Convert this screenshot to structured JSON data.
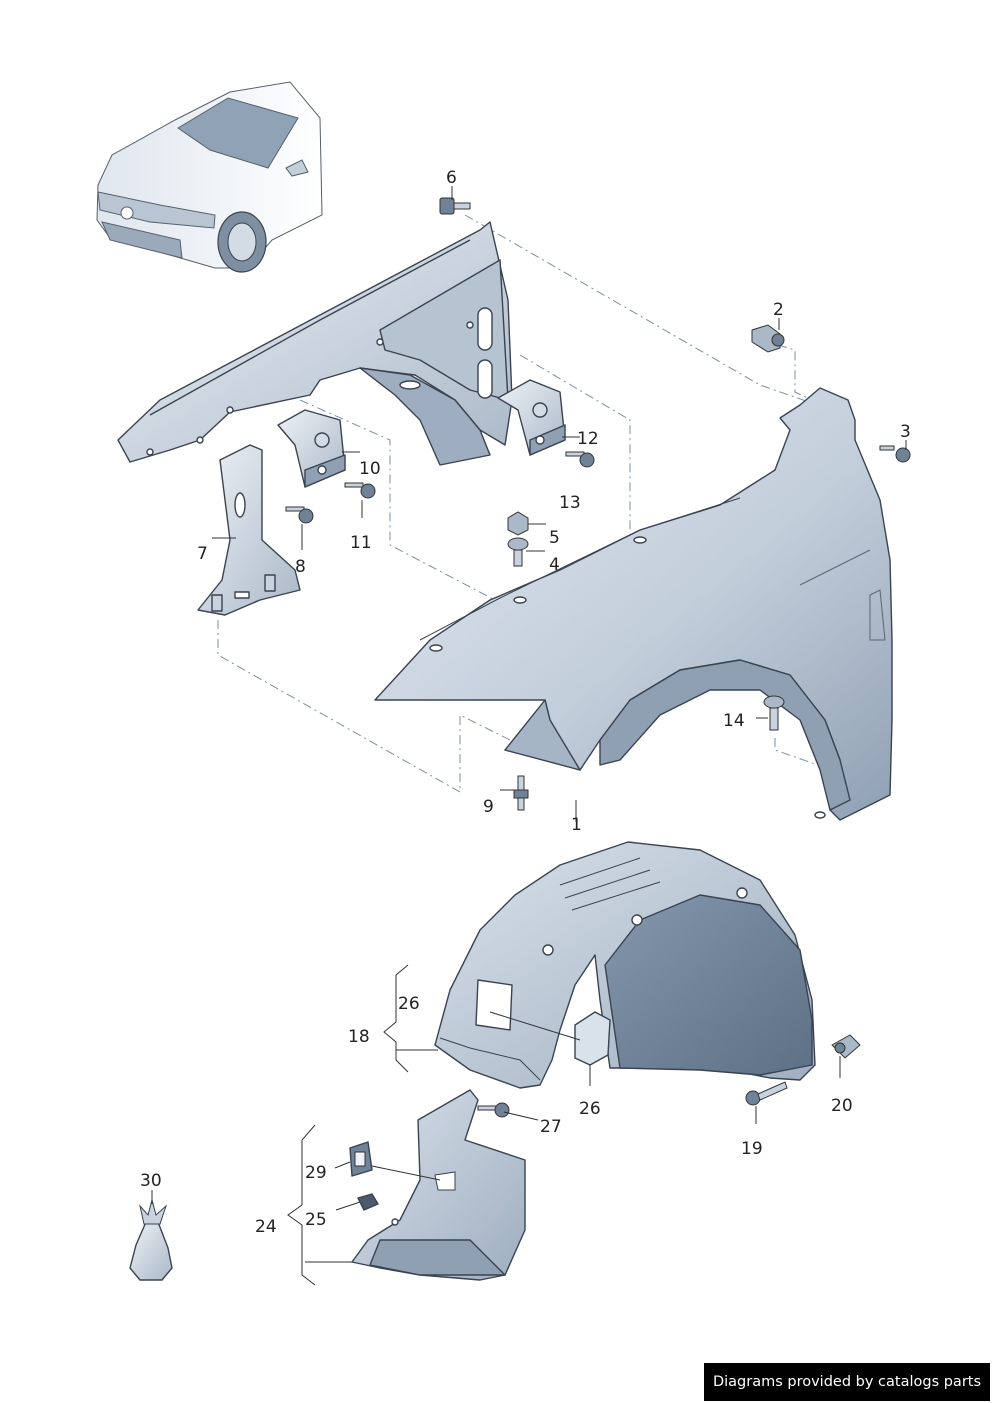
{
  "callouts": {
    "c1": "1",
    "c2": "2",
    "c3": "3",
    "c4": "4",
    "c5": "5",
    "c6": "6",
    "c7": "7",
    "c8": "8",
    "c9": "9",
    "c10": "10",
    "c11": "11",
    "c12": "12",
    "c13": "13",
    "c14": "14",
    "c18": "18",
    "c19": "19",
    "c20": "20",
    "c24": "24",
    "c25": "25",
    "c26a": "26",
    "c26b": "26",
    "c27": "27",
    "c29": "29",
    "c30": "30"
  },
  "footer": {
    "credit": "Diagrams provided by catalogs parts"
  },
  "colors": {
    "part_fill": "#c9d3df",
    "part_shadow": "#8f9fb1",
    "liner_dark": "#6f8298",
    "outline": "#3a4350",
    "dash_line": "#7d8fa0",
    "footer_bg": "#000000"
  }
}
